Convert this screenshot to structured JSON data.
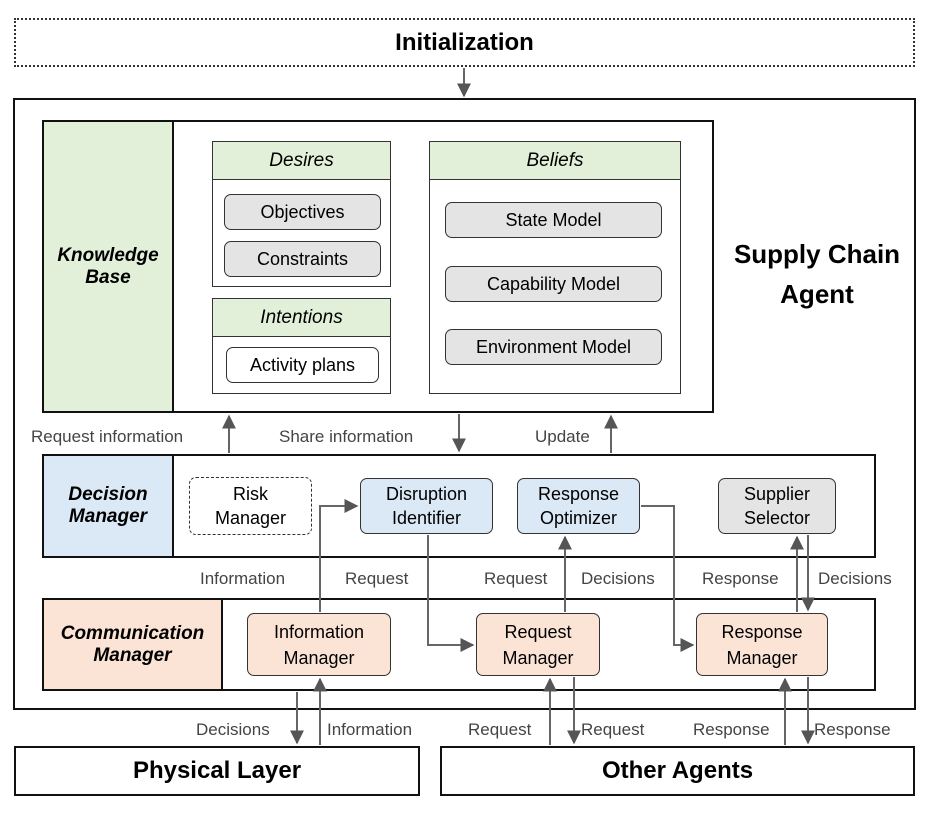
{
  "initialization": {
    "label": "Initialization"
  },
  "agent": {
    "title_line1": "Supply Chain",
    "title_line2": "Agent"
  },
  "knowledge_base": {
    "label_line1": "Knowledge",
    "label_line2": "Base",
    "desires": {
      "header": "Desires",
      "items": [
        "Objectives",
        "Constraints"
      ]
    },
    "intentions": {
      "header": "Intentions",
      "items": [
        "Activity plans"
      ]
    },
    "beliefs": {
      "header": "Beliefs",
      "items": [
        "State Model",
        "Capability Model",
        "Environment Model"
      ]
    }
  },
  "kb_links": {
    "request_information": "Request information",
    "share_information": "Share information",
    "update": "Update"
  },
  "decision_manager": {
    "label_line1": "Decision",
    "label_line2": "Manager",
    "risk": {
      "line1": "Risk",
      "line2": "Manager"
    },
    "disruption": {
      "line1": "Disruption",
      "line2": "Identifier"
    },
    "optimizer": {
      "line1": "Response",
      "line2": "Optimizer"
    },
    "supplier": {
      "line1": "Supplier",
      "line2": "Selector"
    }
  },
  "mid_links": {
    "information": "Information",
    "request_1": "Request",
    "request_2": "Request",
    "decisions_1": "Decisions",
    "response": "Response",
    "decisions_2": "Decisions"
  },
  "communication_manager": {
    "label_line1": "Communication",
    "label_line2": "Manager",
    "information_manager": {
      "line1": "Information",
      "line2": "Manager"
    },
    "request_manager": {
      "line1": "Request",
      "line2": "Manager"
    },
    "response_manager": {
      "line1": "Response",
      "line2": "Manager"
    }
  },
  "bottom_links": {
    "decisions": "Decisions",
    "information": "Information",
    "request_in": "Request",
    "request_out": "Request",
    "response_in": "Response",
    "response_out": "Response"
  },
  "physical_layer": {
    "label": "Physical Layer"
  },
  "other_agents": {
    "label": "Other Agents"
  }
}
